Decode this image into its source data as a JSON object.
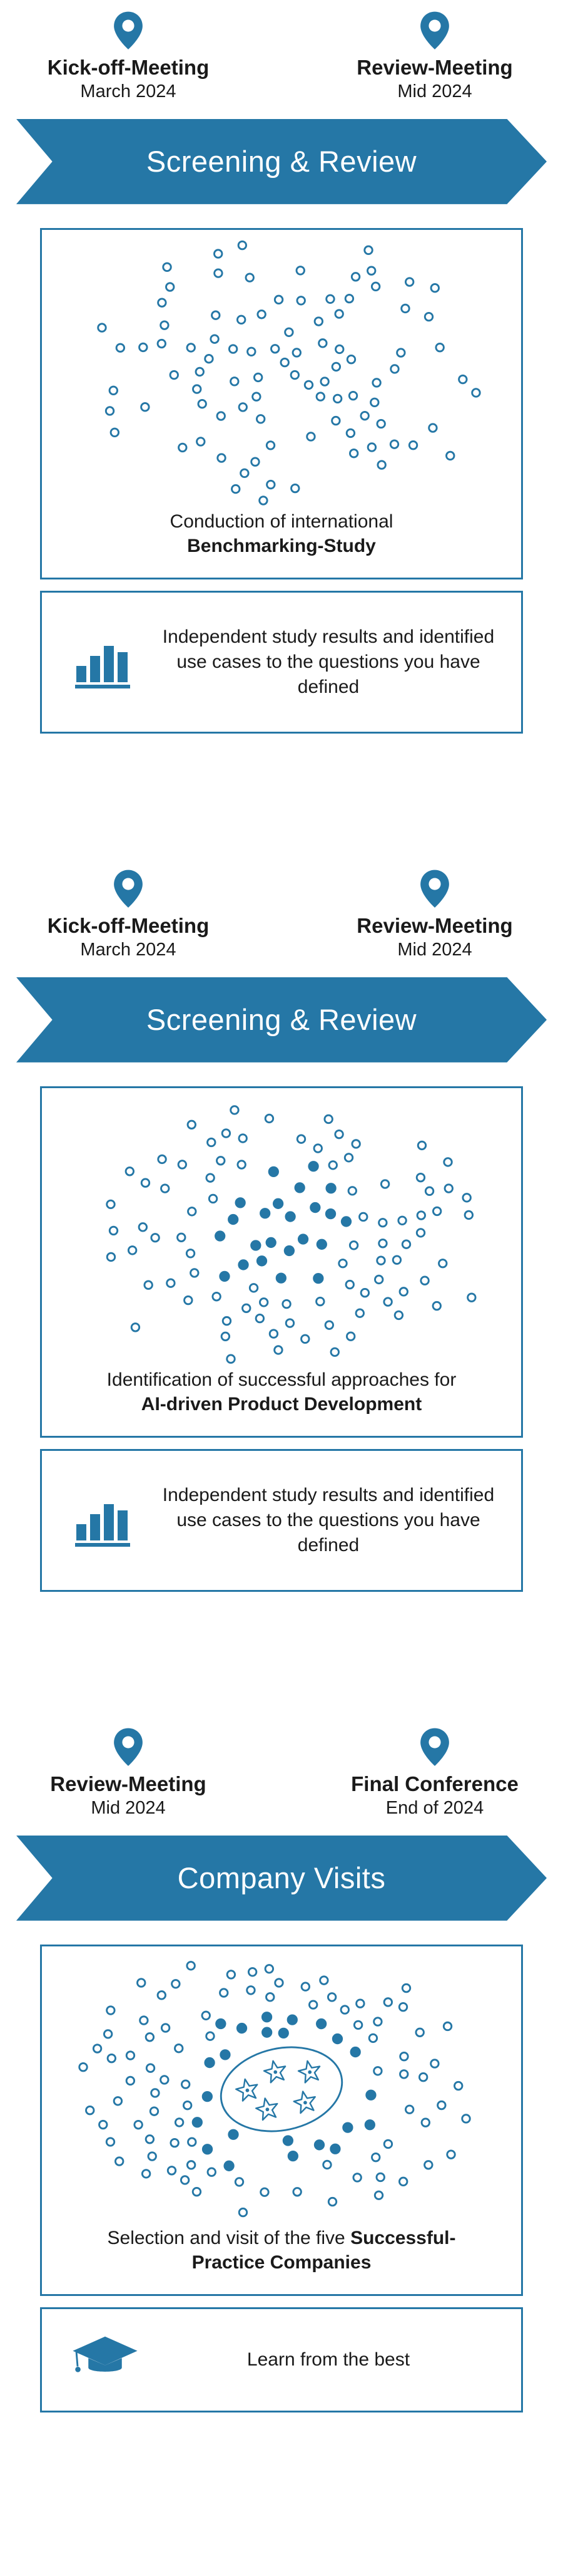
{
  "accent_blue": "#2577a6",
  "sections": [
    {
      "milestones": [
        {
          "title": "Kick-off-Meeting",
          "date": "March 2024"
        },
        {
          "title": "Review-Meeting",
          "date": "Mid 2024"
        }
      ],
      "banner_label": "Screening & Review",
      "illustration_caption": {
        "normal": "Conduction of international ",
        "bold": "Benchmarking-Study"
      },
      "result_icon": "bar-chart-icon",
      "result_text": "Independent study results and identified use cases to the questions you have defined"
    },
    {
      "milestones": [
        {
          "title": "Kick-off-Meeting",
          "date": "March 2024"
        },
        {
          "title": "Review-Meeting",
          "date": "Mid 2024"
        }
      ],
      "banner_label": "Screening & Review",
      "illustration_caption": {
        "normal": "Identification of successful approaches for ",
        "bold": "AI-driven Product Development"
      },
      "result_icon": "bar-chart-icon",
      "result_text": "Independent study results and identified use cases to the questions you have defined"
    },
    {
      "milestones": [
        {
          "title": "Review-Meeting",
          "date": "Mid 2024"
        },
        {
          "title": "Final Conference",
          "date": "End of 2024"
        }
      ],
      "banner_label": "Company Visits",
      "illustration_caption": {
        "normal": "Selection and visit of the five ",
        "bold": "Successful-Practice Companies"
      },
      "result_icon": "graduation-cap-icon",
      "result_text": "Learn from the best"
    }
  ]
}
